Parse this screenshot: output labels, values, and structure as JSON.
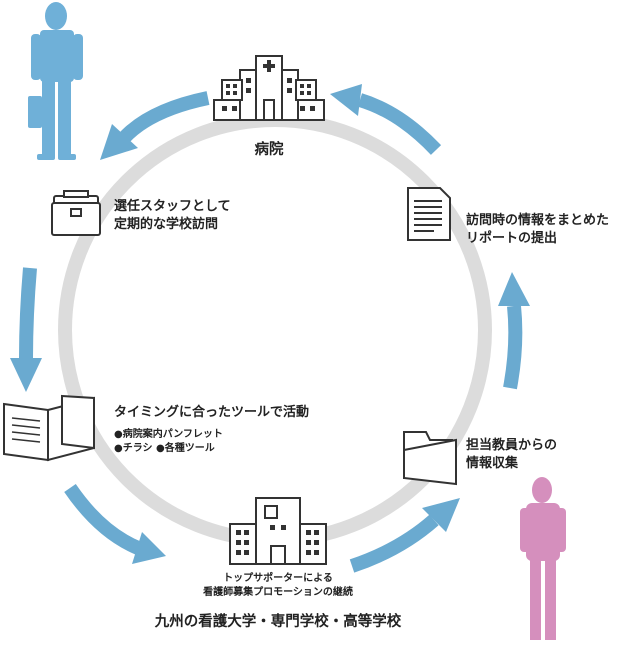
{
  "hospital": {
    "label": "病院"
  },
  "step_visit": {
    "line1": "選任スタッフとして",
    "line2": "定期的な学校訪問"
  },
  "step_tools": {
    "title": "タイミングに合ったツールで活動",
    "item1": "●病院案内パンフレット",
    "item2": "●チラシ ●各種ツール"
  },
  "school": {
    "caption1": "トップサポーターによる",
    "caption2": "看護師募集プロモーションの継続",
    "name": "九州の看護大学・専門学校・高等学校"
  },
  "step_collect": {
    "line1": "担当教員からの",
    "line2": "情報収集"
  },
  "step_report": {
    "line1": "訪問時の情報をまとめた",
    "line2": "リポートの提出"
  },
  "colors": {
    "ring": "#dcdcdc",
    "arrow": "#6aaad0",
    "person_male": "#6fb0d8",
    "person_female": "#d58fbd",
    "icon_stroke": "#333333"
  },
  "icons": {
    "hospital": "hospital-building-icon",
    "school": "school-building-icon",
    "briefcase": "briefcase-icon",
    "pamphlet": "pamphlet-icon",
    "folder": "folder-icon",
    "report": "report-document-icon",
    "staff": "businessman-icon",
    "teacher": "female-teacher-icon"
  }
}
